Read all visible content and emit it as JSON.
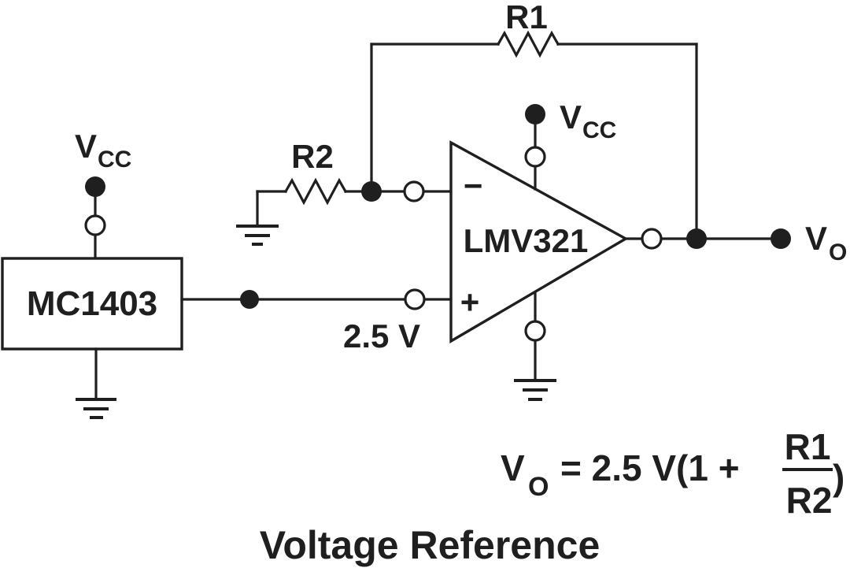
{
  "diagram": {
    "title": "Voltage Reference",
    "regulator": {
      "label": "MC1403"
    },
    "opamp": {
      "label": "LMV321",
      "inverting_input_label": "−",
      "noninverting_input_label": "+"
    },
    "resistors": {
      "r1": "R1",
      "r2": "R2"
    },
    "nodes": {
      "vcc_regulator": {
        "main": "V",
        "sub": "CC"
      },
      "vcc_opamp": {
        "main": "V",
        "sub": "CC"
      },
      "vref": "2.5 V",
      "vout": {
        "main": "V",
        "sub": "O"
      }
    },
    "formula": {
      "lhs_main": "V",
      "lhs_sub": "O",
      "mid": "= 2.5 V(1 +",
      "numerator": "R1",
      "denominator": "R2",
      "close_paren": ")"
    },
    "colors": {
      "ink": "#1f1f1f",
      "background": "#ffffff"
    }
  }
}
